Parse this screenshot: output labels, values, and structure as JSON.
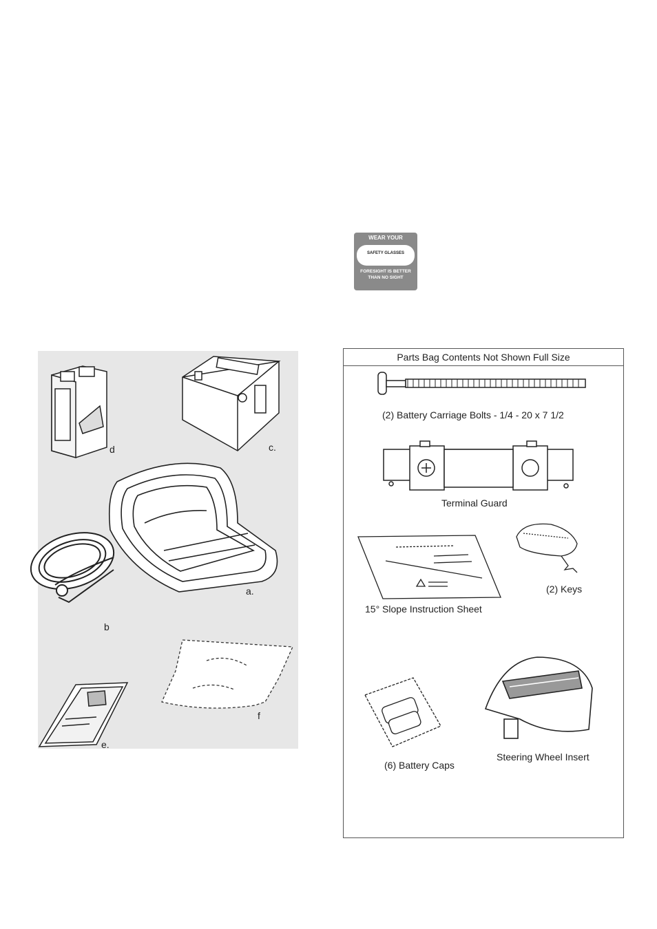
{
  "safety_label": {
    "line1": "WEAR YOUR",
    "line2": "SAFETY GLASSES",
    "line3": "FORESIGHT IS BETTER",
    "line4": "THAN NO SIGHT"
  },
  "items_left": {
    "a": "a.",
    "b": "b",
    "c": "c.",
    "d": "d",
    "e": "e.",
    "f": "f"
  },
  "parts_bag": {
    "title": "Parts Bag Contents Not Shown Full Size",
    "bolts": "(2) Battery Carriage Bolts - 1/4 - 20 x 7 1/2",
    "terminal_guard": "Terminal Guard",
    "slope_sheet": "15° Slope Instruction Sheet",
    "keys": "(2) Keys",
    "battery_caps": "(6) Battery Caps",
    "steering_insert": "Steering Wheel Insert"
  }
}
